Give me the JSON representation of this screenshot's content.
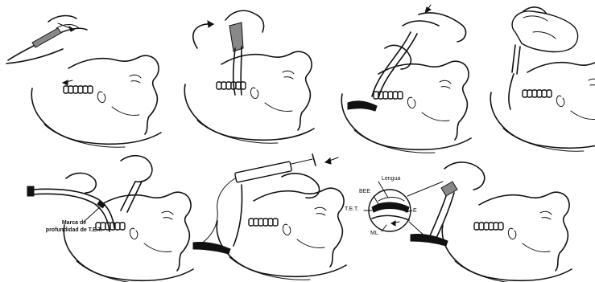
{
  "labels": {
    "marca_line1": "Marca de",
    "marca_line2": "profundidad de T.E.T.",
    "lengua": "Lengua",
    "bee": "BEE",
    "tet": "T.E.T.",
    "e": "E",
    "ml": "ML"
  }
}
